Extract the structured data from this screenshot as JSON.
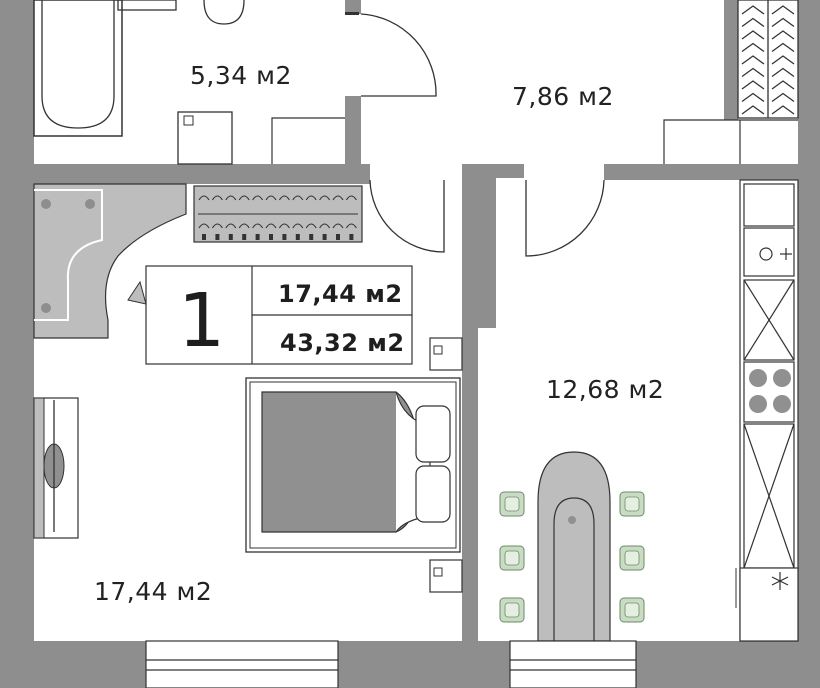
{
  "apartment": {
    "number": "1",
    "living_area": "17,44 м2",
    "total_area": "43,32 м2"
  },
  "rooms": {
    "bathroom": "5,34 м2",
    "hallway": "7,86 м2",
    "bedroom": "17,44 м2",
    "kitchen": "12,68 м2"
  },
  "colors": {
    "wall": "#8e8e8e",
    "furniture": "#bdbdbd",
    "bed": "#909090",
    "plant": "#c8dcc4",
    "line": "#333333"
  }
}
